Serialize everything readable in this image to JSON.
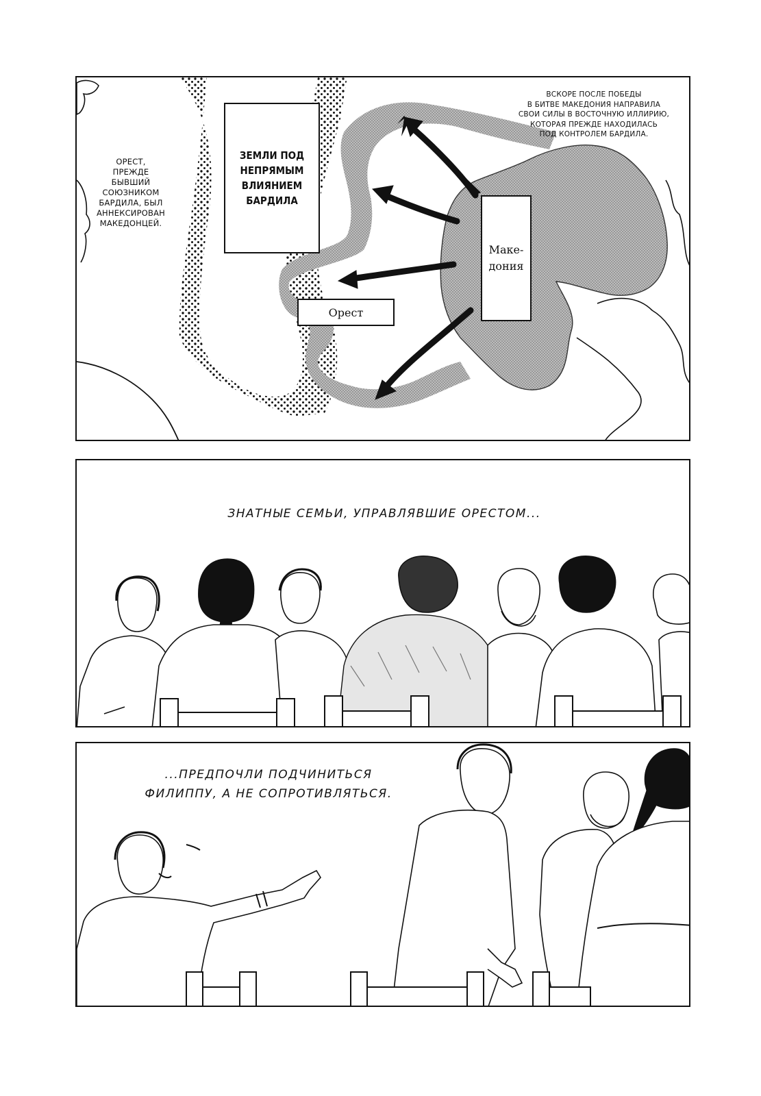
{
  "map_panel": {
    "region_label_lines": [
      "ЗЕМЛИ ПОД",
      "НЕПРЯМЫМ",
      "ВЛИЯНИЕМ",
      "БАРДИЛА"
    ],
    "macedonia_label_lines": [
      "Маке-",
      "дония"
    ],
    "orest_label": "Орест",
    "note_left_lines": [
      "ОРЕСТ,",
      "ПРЕЖДЕ",
      "БЫВШИЙ",
      "СОЮЗНИКОМ",
      "БАРДИЛА, БЫЛ",
      "АННЕКСИРОВАН",
      "МАКЕДОНЦЕЙ."
    ],
    "note_right_lines": [
      "ВСКОРЕ ПОСЛЕ ПОБЕДЫ",
      "В БИТВЕ МАКЕДОНИЯ НАПРАВИЛА",
      "СВОИ СИЛЫ В ВОСТОЧНУЮ ИЛЛИРИЮ,",
      "КОТОРАЯ ПРЕЖДЕ НАХОДИЛАСЬ",
      "ПОД КОНТРОЛЕМ БАРДИЛА."
    ]
  },
  "panel_2": {
    "narration": "ЗНАТНЫЕ СЕМЬИ, УПРАВЛЯВШИЕ ОРЕСТОМ..."
  },
  "panel_3": {
    "narration_lines": [
      "...ПРЕДПОЧЛИ ПОДЧИНИТЬСЯ",
      "ФИЛИППУ, А НЕ СОПРОТИВЛЯТЬСЯ."
    ]
  }
}
